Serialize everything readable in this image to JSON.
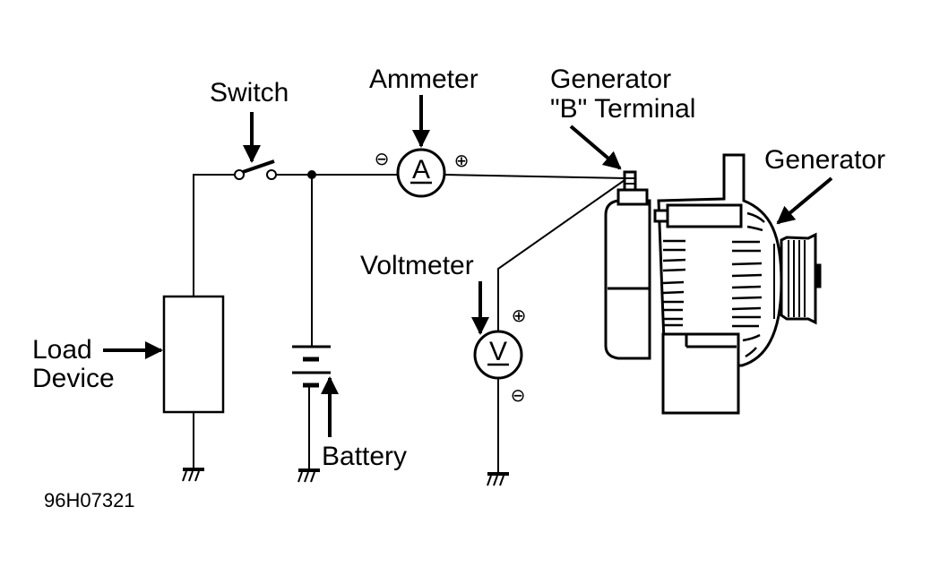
{
  "diagram": {
    "type": "charging-system test circuit",
    "figure_id": "96H07321",
    "labels": {
      "switch": "Switch",
      "ammeter": "Ammeter",
      "generator_b_terminal_line1": "Generator",
      "generator_b_terminal_line2": "\"B\" Terminal",
      "generator": "Generator",
      "voltmeter": "Voltmeter",
      "load_device_line1": "Load",
      "load_device_line2": "Device",
      "battery": "Battery"
    },
    "meters": {
      "ammeter_symbol": "A",
      "voltmeter_symbol": "V"
    },
    "polarity": {
      "ammeter_negative": "⊖",
      "ammeter_positive": "⊕",
      "voltmeter_positive": "⊕",
      "voltmeter_negative": "⊖"
    },
    "colors": {
      "line": "#000000",
      "background": "#ffffff"
    }
  }
}
